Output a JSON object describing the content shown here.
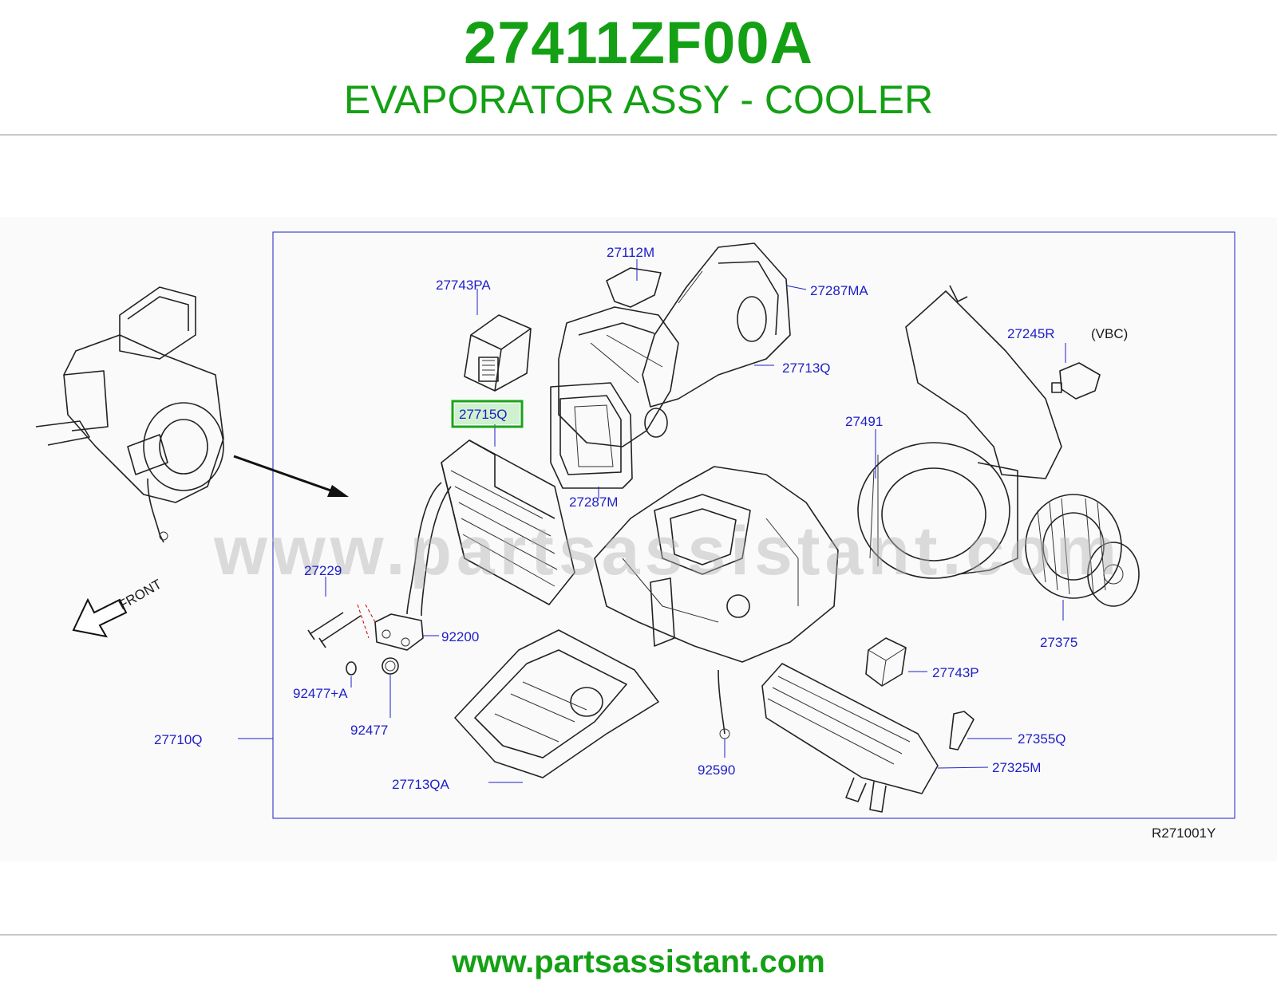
{
  "header": {
    "part_number": "27411ZF00A",
    "description": "EVAPORATOR ASSY - COOLER"
  },
  "diagram": {
    "watermark": "www.partsassistant.com",
    "front_label": "FRONT",
    "drawing_code": "R271001Y",
    "variant_note": "(VBC)",
    "highlighted_part": "27715Q",
    "callouts": {
      "c27743PA": "27743PA",
      "c27112M": "27112M",
      "c27287MA": "27287MA",
      "c27713Q": "27713Q",
      "c27715Q": "27715Q",
      "c27287M": "27287M",
      "c27491": "27491",
      "c27245R": "27245R",
      "c27375": "27375",
      "c27229": "27229",
      "c92200": "92200",
      "c92477A": "92477+A",
      "c92477": "92477",
      "c27710Q": "27710Q",
      "c27713QA": "27713QA",
      "c92590": "92590",
      "c27743P": "27743P",
      "c27355Q": "27355Q",
      "c27325M": "27325M"
    }
  },
  "footer": {
    "url": "www.partsassistant.com"
  },
  "colors": {
    "brand_green": "#14a014",
    "callout_blue": "#1e1ec8",
    "highlight_green": "#1aa51a"
  }
}
